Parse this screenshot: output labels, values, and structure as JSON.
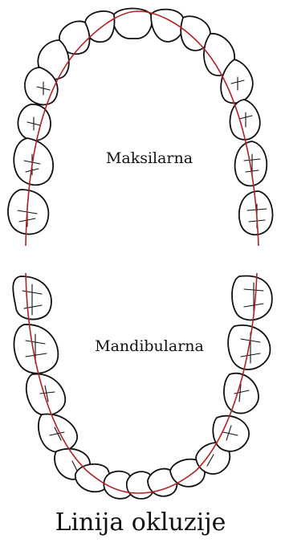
{
  "labels": {
    "upper_arch": "Maksilarna",
    "lower_arch": "Mandibularna",
    "caption": "Linija okluzije"
  },
  "colors": {
    "occlusion_line": "#b22222",
    "outline": "#111111",
    "background": "#ffffff"
  }
}
